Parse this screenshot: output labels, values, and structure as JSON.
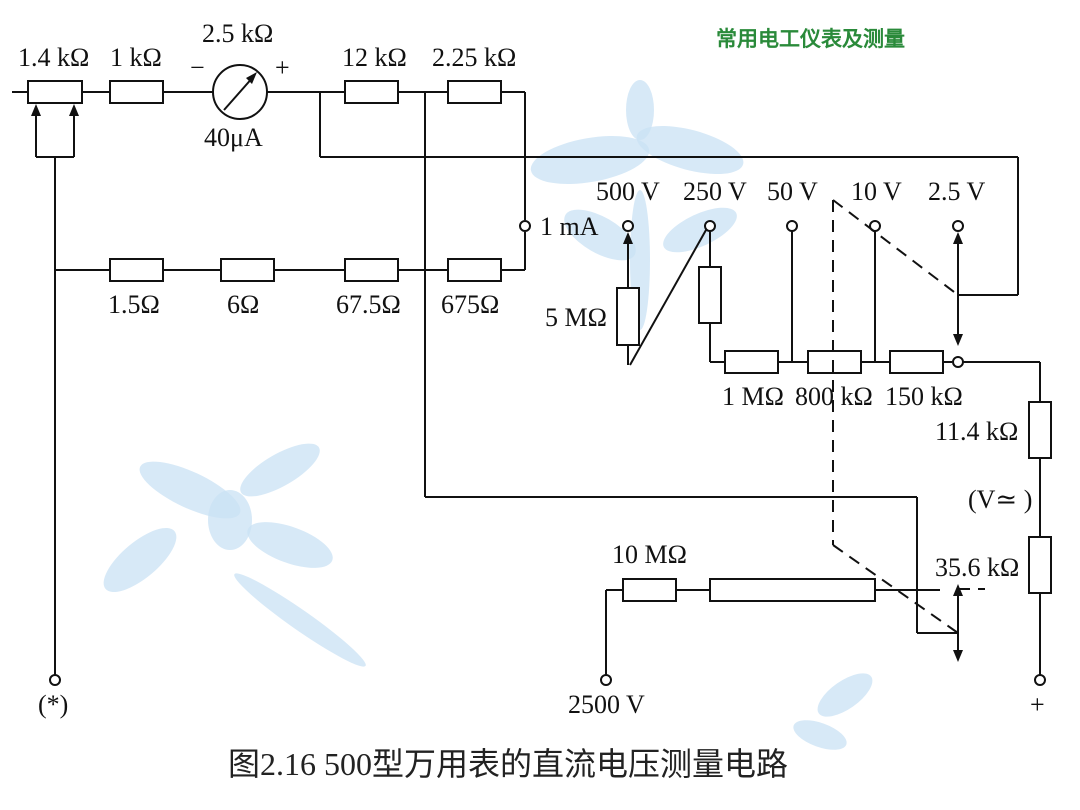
{
  "header": {
    "title": "常用电工仪表及测量"
  },
  "caption": {
    "text": "图2.16 500型万用表的直流电压测量电路"
  },
  "meter": {
    "resistance": "2.5 kΩ",
    "current": "40μA",
    "minus": "−",
    "plus": "+"
  },
  "resistors": {
    "r_1_4k": "1.4 kΩ",
    "r_1k": "1 kΩ",
    "r_12k": "12 kΩ",
    "r_2_25k": "2.25 kΩ",
    "r_1_5": "1.5Ω",
    "r_6": "6Ω",
    "r_67_5": "67.5Ω",
    "r_675": "675Ω",
    "r_5M": "5 MΩ",
    "r_1M": "1 MΩ",
    "r_800k": "800 kΩ",
    "r_150k": "150 kΩ",
    "r_11_4k": "11.4 kΩ",
    "r_35_6k": "35.6 kΩ",
    "r_10M": "10 MΩ"
  },
  "ranges": {
    "ma_1": "1 mA",
    "v500": "500 V",
    "v250": "250 V",
    "v50": "50 V",
    "v10": "10 V",
    "v2_5": "2.5 V",
    "v2500": "2500 V",
    "ac": "(V≃ )"
  },
  "terminals": {
    "common": "(*)",
    "plus": "+"
  },
  "colors": {
    "header": "#2a8a3a",
    "watermark": "#c9e2f4",
    "wire": "#111111"
  }
}
